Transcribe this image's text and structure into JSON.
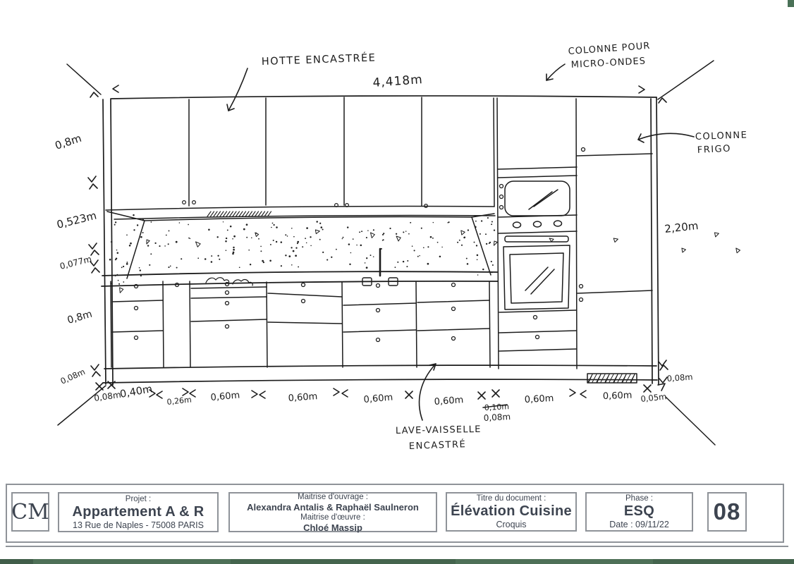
{
  "drawing": {
    "annotations": {
      "hood": "HOTTE ENCASTRÉE",
      "micro_col_line1": "COLONNE POUR",
      "micro_col_line2": "MICRO-ONDES",
      "fridge_col_line1": "COLONNE",
      "fridge_col_line2": "FRIGO",
      "dishwasher_line1": "LAVE-VAISSELLE",
      "dishwasher_line2": "ENCASTRÉ"
    },
    "dims": {
      "total_width": "4,418m",
      "left": [
        "0,8m",
        "0,523m",
        "0,077m",
        "0,8m",
        "0,08m"
      ],
      "right_height": "2,20m",
      "right_plinth": "0,08m",
      "bottom": [
        "0,08m",
        "0,40m",
        "0,26m",
        "0,60m",
        "0,60m",
        "0,60m",
        "0,60m",
        "0,10m",
        "0,08m",
        "0,60m",
        "0,60m",
        "0,05m"
      ],
      "bottom_struck_value": "0,10m"
    }
  },
  "title_block": {
    "logo": "CM",
    "project": {
      "label": "Projet :",
      "name": "Appartement A & R",
      "address": "13 Rue de Naples - 75008 PARIS"
    },
    "maitrise": {
      "ouvrage_label": "Maitrise d'ouvrage :",
      "ouvrage_names": "Alexandra Antalis & Raphaël Saulneron",
      "oeuvre_label": "Maitrise d'œuvre :",
      "oeuvre_name": "Chloé Massip"
    },
    "document": {
      "label": "Titre du document :",
      "title": "Élévation Cuisine",
      "subtitle": "Croquis"
    },
    "phase": {
      "label": "Phase :",
      "value": "ESQ",
      "date": "Date : 09/11/22"
    },
    "sheet_number": "08"
  },
  "colors": {
    "ink": "#1c1c1c",
    "frame_gray": "#8f9399",
    "text_slate": "#3d4450",
    "green_dark": "#405d49",
    "green_mid": "#4e7057"
  }
}
